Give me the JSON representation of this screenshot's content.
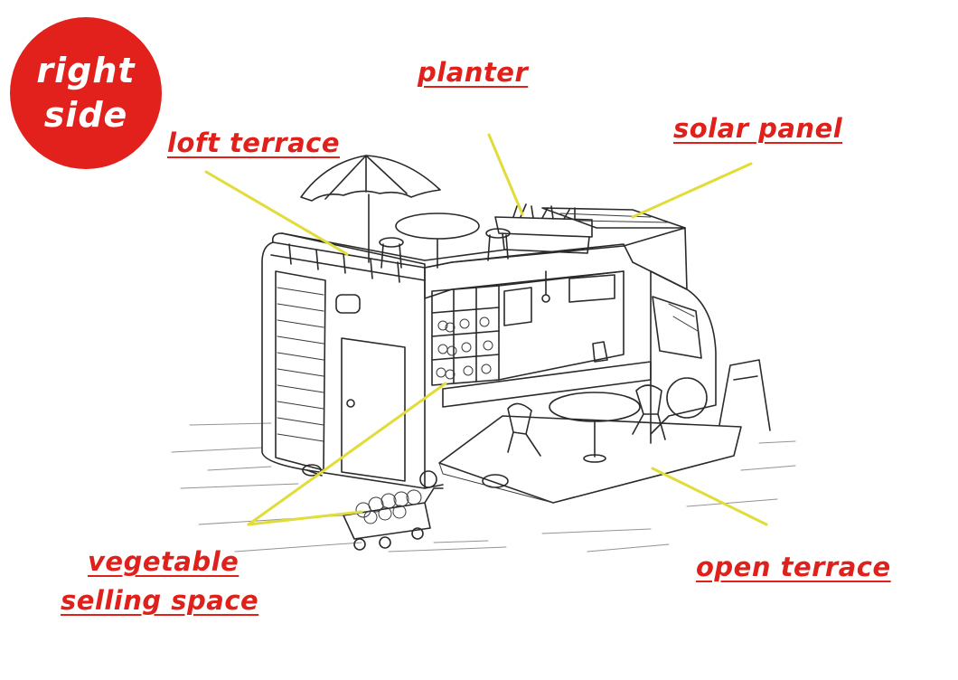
{
  "badge": {
    "line1": "right",
    "line2": "side",
    "color": "#e2211c"
  },
  "labels": {
    "planter": "planter",
    "loft_terrace": "loft terrace",
    "solar_panel": "solar panel",
    "vegetable_line1": "vegetable",
    "vegetable_line2": "selling space",
    "open_terrace": "open terrace"
  },
  "colors": {
    "label": "#e0201b",
    "pointer": "#e2dc3a",
    "ink": "#2a2a2a"
  }
}
